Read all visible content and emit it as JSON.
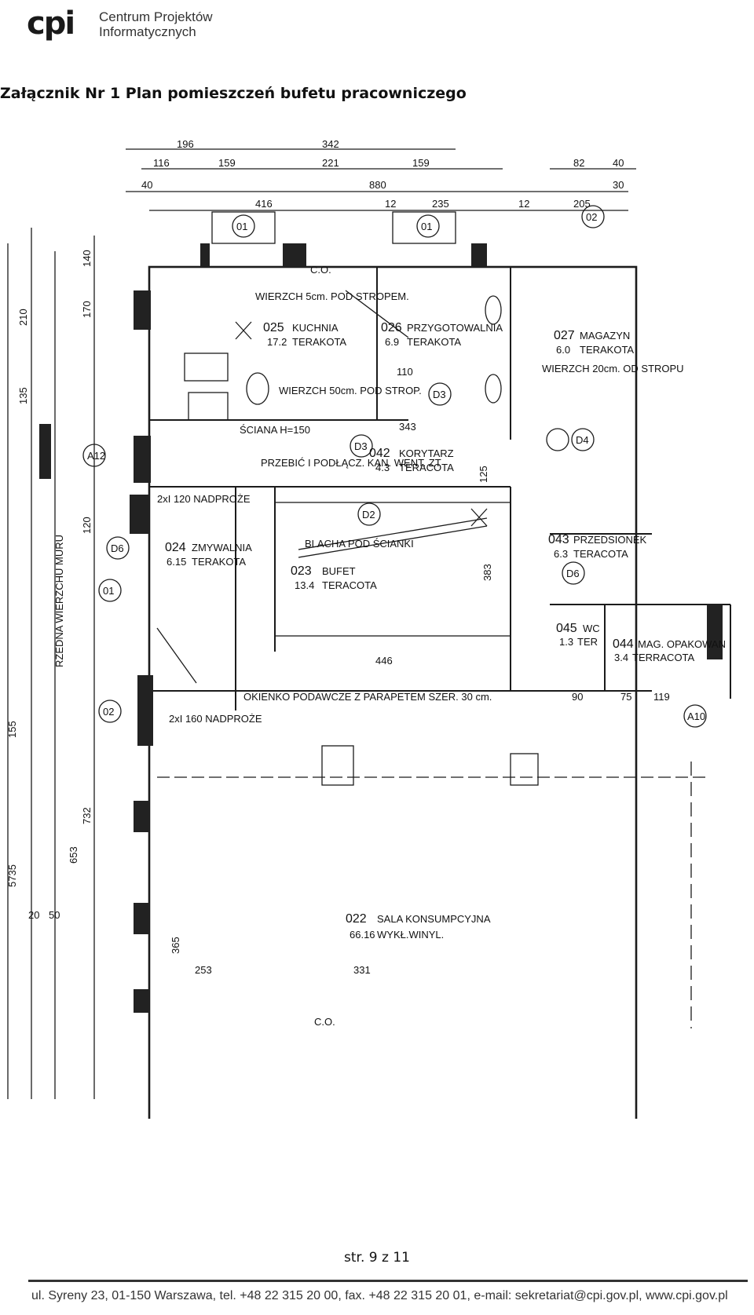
{
  "header": {
    "logo_mark": "cpi",
    "logo_line1": "Centrum Projektów",
    "logo_line2": "Informatycznych"
  },
  "document": {
    "heading": "Załącznik Nr 1 Plan pomieszczeń bufetu pracowniczego"
  },
  "plan": {
    "dims_top": [
      "196",
      "342",
      "116",
      "159",
      "221",
      "159",
      "82",
      "40",
      "40",
      "880",
      "30",
      "416",
      "12",
      "235",
      "12",
      "205"
    ],
    "dims_left": [
      "210",
      "140",
      "170",
      "135",
      "120",
      "155",
      "653",
      "732",
      "5735",
      "20",
      "50"
    ],
    "rooms": [
      {
        "number": "025",
        "name": "KUCHNIA",
        "area": "17.2",
        "floor": "TERAKOTA"
      },
      {
        "number": "026",
        "name": "PRZYGOTOWALNIA",
        "area": "6.9",
        "floor": "TERAKOTA"
      },
      {
        "number": "027",
        "name": "MAGAZYN",
        "area": "6.0",
        "floor": "TERAKOTA"
      },
      {
        "number": "042",
        "name": "KORYTARZ",
        "area": "4.3",
        "floor": "TERACOTA"
      },
      {
        "number": "043",
        "name": "PRZEDSIONEK",
        "area": "6.3",
        "floor": "TERACOTA"
      },
      {
        "number": "024",
        "name": "ZMYWALNIA",
        "area": "6.15",
        "floor": "TERAKOTA"
      },
      {
        "number": "023",
        "name": "BUFET",
        "area": "13.4",
        "floor": "TERACOTA"
      },
      {
        "number": "045",
        "name": "WC",
        "area": "1.3",
        "floor": "TER"
      },
      {
        "number": "044",
        "name": "MAG. OPAKOWAN",
        "area": "3.4",
        "floor": "TERRACOTA"
      },
      {
        "number": "022",
        "name": "SALA KONSUMPCYJNA",
        "area": "66.16",
        "floor": "WYKŁ.WINYL."
      }
    ],
    "notes": [
      "WIERZCH 5cm. POD STROPEM.",
      "WIERZCH 50cm. POD STROP.",
      "WIERZCH 20cm. OD STROPU",
      "BLACHA POD ŚCIANKI",
      "ŚCIANA H=150",
      "PRZEBIĆ I PODŁĄCZ. KAN. WENT. ZT",
      "2xI 120 NADPROŻE",
      "2xI 160 NADPROŻE",
      "OKIENKO PODAWCZE Z PARAPETEM SZER. 30 cm.",
      "RZEDNA WIERZCHU MURU",
      "C.O."
    ],
    "symbols": [
      "01",
      "01",
      "02",
      "02",
      "D3",
      "D3",
      "D4",
      "D2",
      "D6",
      "D6",
      "A12",
      "A10",
      "01"
    ],
    "dims_inner": [
      "343",
      "446",
      "383",
      "365",
      "253",
      "331",
      "110",
      "125",
      "90",
      "75",
      "119"
    ]
  },
  "footer": {
    "page_label": "str. 9 z 11",
    "address": "ul. Syreny 23, 01-150 Warszawa, tel. +48 22 315 20 00, fax. +48 22 315 20 01, e-mail: sekretariat@cpi.gov.pl, www.cpi.gov.pl"
  }
}
